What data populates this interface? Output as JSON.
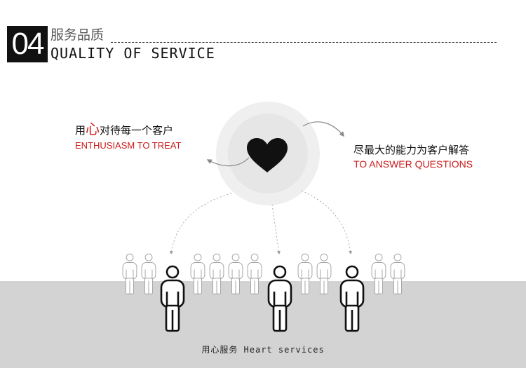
{
  "header": {
    "number": "04",
    "title_cn": "服务品质",
    "title_en": "QUALITY OF SERVICE"
  },
  "left_text": {
    "cn_prefix": "用",
    "cn_accent": "心",
    "cn_suffix": "对待每一个客户",
    "en": "ENTHUSIASM TO TREAT"
  },
  "right_text": {
    "cn": "尽最大的能力为客户解答",
    "en": "TO ANSWER QUESTIONS"
  },
  "caption": "用心服务 Heart services",
  "colors": {
    "accent_red": "#cc1a1a",
    "ground_gray": "#d3d3d3",
    "heart": "#111111"
  },
  "icons": [
    "heart-icon",
    "person-icon",
    "curved-arrow-icon"
  ]
}
